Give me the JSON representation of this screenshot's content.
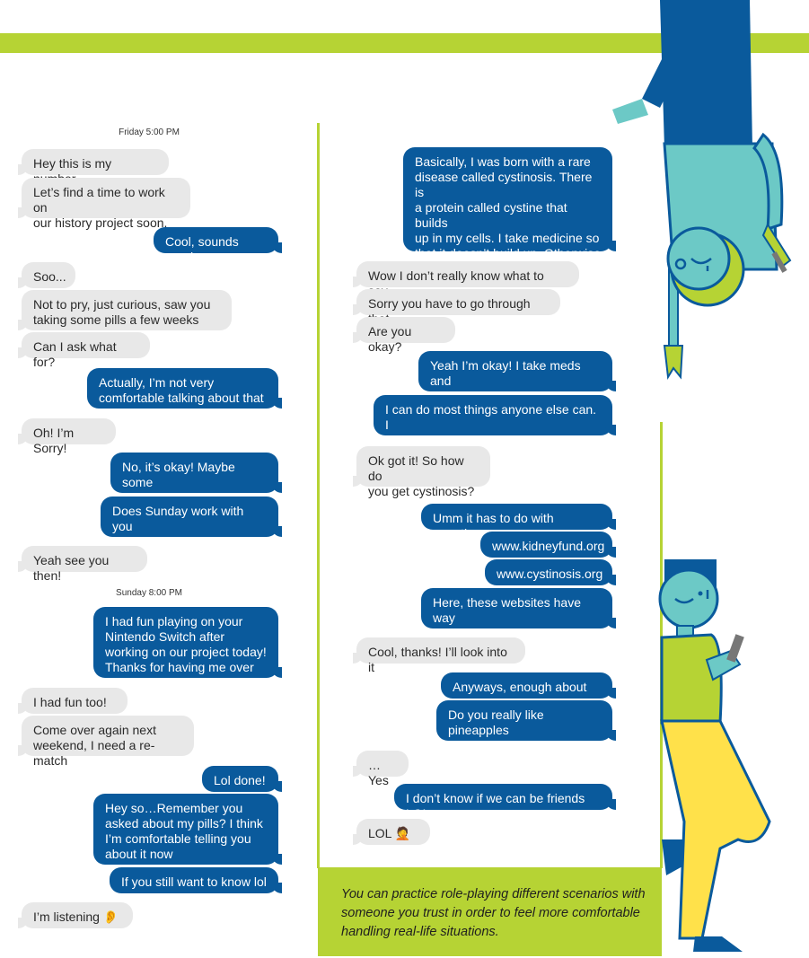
{
  "colors": {
    "accent_green": "#b6d334",
    "bubble_blue": "#0a5a9c",
    "bubble_grey": "#e8e8e8"
  },
  "left": {
    "timestamp1": "Friday 5:00 PM",
    "timestamp2": "Sunday 8:00 PM",
    "messages": [
      "Hey this is my number.",
      "Let’s find a time to work on\nour history project soon.",
      "Cool, sounds good",
      "Soo...",
      "Not to pry, just curious, saw you\ntaking some pills a few weeks ago",
      "Can I ask what for?",
      "Actually, I’m not very\ncomfortable talking about that",
      "Oh! I’m Sorry!",
      "No, it’s okay! Maybe some\nother time.",
      "Does Sunday work with you\nto work on the project?",
      "Yeah see you then!",
      "I had fun playing on your\nNintendo Switch after\nworking on our project today!\nThanks for having me over",
      "I had fun too!",
      "Come over again next\nweekend, I need a re-match",
      "Lol done!",
      "Hey so…Remember you\nasked about my pills? I think\nI’m comfortable telling you\nabout it now",
      "If you still want to know lol",
      "I’m listening 👂"
    ]
  },
  "right": {
    "messages": [
      "Basically, I was born with a rare\ndisease called cystinosis. There is\na protein called cystine that builds\nup in my cells. I take medicine so\nthat it doesn’t build up. Otherwise\nit can damage some of my organs",
      "Wow I don’t really know what to say…",
      "Sorry you have to go through that",
      "Are you okay?",
      "Yeah I’m okay! I take meds and\ngo to the doctor regularly",
      "I can do most things anyone else can. I\ndon’t really like being treated differently",
      "Ok got it! So how do\nyou get cystinosis?",
      "Umm it has to do with genetics",
      "www.kidneyfund.org",
      "www.cystinosis.org",
      "Here, these websites have way\nmore information than I do",
      "Cool, thanks! I’ll look into it",
      "Anyways, enough about me",
      "Do you really like pineapples\non your pizza?",
      "…Yes",
      "I don’t know if we can be friends LOL",
      "LOL 🤦"
    ]
  },
  "callout": {
    "text": "You can practice role-playing different scenarios with someone you trust in order to feel more comfortable handling real-life situations."
  }
}
